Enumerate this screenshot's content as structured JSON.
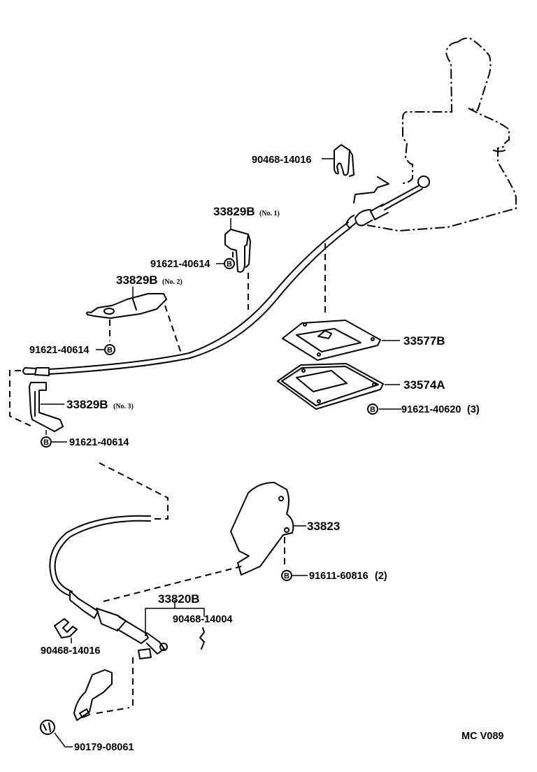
{
  "diagram": {
    "title_code": "MC V089",
    "bolt_symbol": "B",
    "parts": [
      {
        "id": "p1",
        "number": "90468-14016",
        "description": "clip (upper)"
      },
      {
        "id": "p2",
        "number": "33829B",
        "qualifier": "(No. 1)"
      },
      {
        "id": "p3",
        "number": "91621-40614",
        "bolt": true
      },
      {
        "id": "p4",
        "number": "33829B",
        "qualifier": "(No. 2)"
      },
      {
        "id": "p5",
        "number": "91621-40614",
        "bolt": true
      },
      {
        "id": "p6",
        "number": "33577B"
      },
      {
        "id": "p7",
        "number": "33574A"
      },
      {
        "id": "p8",
        "number": "91621-40620",
        "qualifier": "(3)",
        "bolt": true
      },
      {
        "id": "p9",
        "number": "33829B",
        "qualifier": "(No. 3)"
      },
      {
        "id": "p10",
        "number": "91621-40614",
        "bolt": true
      },
      {
        "id": "p11",
        "number": "33823"
      },
      {
        "id": "p12",
        "number": "91611-60816",
        "qualifier": "(2)",
        "bolt": true
      },
      {
        "id": "p13",
        "number": "33820B"
      },
      {
        "id": "p14",
        "number": "90468-14004"
      },
      {
        "id": "p15",
        "number": "90468-14016",
        "description": "clip (lower)"
      },
      {
        "id": "p16",
        "number": "90179-08061"
      }
    ]
  }
}
